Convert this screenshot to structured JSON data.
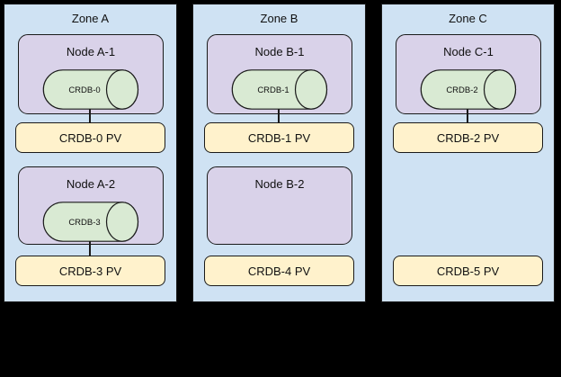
{
  "palette": {
    "background": "#000000",
    "zone_fill": "#cfe2f3",
    "node_fill": "#d9d2e9",
    "pod_fill": "#d9ead3",
    "pv_fill": "#fff2cc",
    "stroke": "#1a1a1a",
    "text": "#111111"
  },
  "zones": [
    {
      "label": "Zone A",
      "rows": [
        {
          "node": {
            "label": "Node A-1",
            "pod": "CRDB-0"
          },
          "pv": "CRDB-0 PV",
          "connected": true
        },
        {
          "node": {
            "label": "Node A-2",
            "pod": "CRDB-3"
          },
          "pv": "CRDB-3 PV",
          "connected": true
        }
      ]
    },
    {
      "label": "Zone B",
      "rows": [
        {
          "node": {
            "label": "Node B-1",
            "pod": "CRDB-1"
          },
          "pv": "CRDB-1 PV",
          "connected": true
        },
        {
          "node": {
            "label": "Node B-2",
            "pod": null
          },
          "pv": "CRDB-4 PV",
          "connected": false
        }
      ]
    },
    {
      "label": "Zone C",
      "rows": [
        {
          "node": {
            "label": "Node C-1",
            "pod": "CRDB-2"
          },
          "pv": "CRDB-2 PV",
          "connected": true
        },
        {
          "node": null,
          "pv": "CRDB-5 PV",
          "connected": false
        }
      ]
    }
  ]
}
